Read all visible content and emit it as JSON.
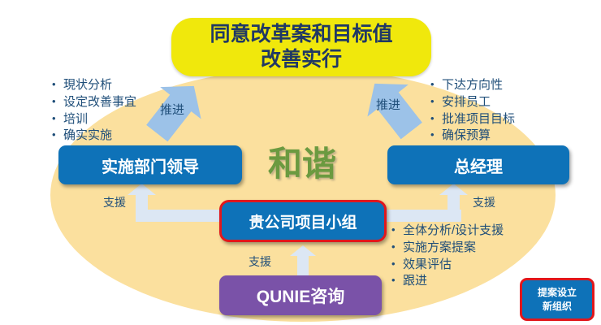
{
  "colors": {
    "banner_yellow": "#F0E80C",
    "banner_text_navy": "#203864",
    "ellipse_tan": "#FBE09E",
    "box_blue": "#0E72B8",
    "box_purple": "#7A52A8",
    "highlight_red_border": "#E1171C",
    "harmony_green": "#6B9A40",
    "push_arrow_blue": "#9CC2E8",
    "support_connector_blue": "#DCE7F4",
    "bullet_text_navy": "#1F4E79"
  },
  "banner": {
    "line1": "同意改革案和目标值",
    "line2": "改善实行"
  },
  "ellipse": {
    "label": "和谐"
  },
  "boxes": {
    "left": {
      "label": "实施部门领导"
    },
    "right": {
      "label": "总经理"
    },
    "center": {
      "label": "贵公司项目小组"
    },
    "bottom": {
      "label": "QUNIE咨询"
    },
    "corner": {
      "line1": "提案设立",
      "line2": "新组织"
    }
  },
  "arrows": {
    "push_left_label": "推进",
    "push_right_label": "推进",
    "support_left_label": "支援",
    "support_right_label": "支援",
    "support_bottom_label": "支援"
  },
  "left_bullets": [
    "現状分析",
    "设定改善事宜",
    "培训",
    "确实实施"
  ],
  "right_top_bullets": [
    "下达方向性",
    "安排员工",
    "批准项目目标",
    "确保预算"
  ],
  "right_bottom_bullets": [
    "全体分析/设计支援",
    "实施方案提案",
    "效果评估",
    "跟进"
  ]
}
